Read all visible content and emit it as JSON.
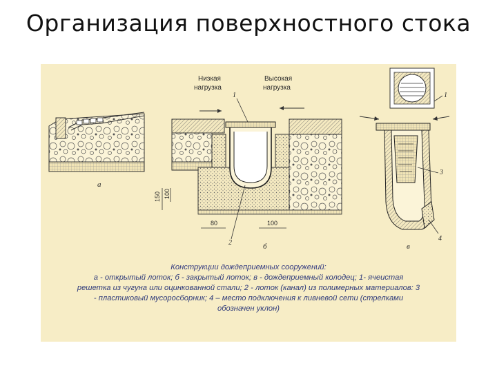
{
  "slide": {
    "title": "Организация  поверхностного стока"
  },
  "figure": {
    "labels": {
      "low_load_1": "Низкая",
      "low_load_2": "нагрузка",
      "high_load_1": "Высокая",
      "high_load_2": "нагрузка",
      "a": "а",
      "b": "б",
      "v": "в",
      "n1": "1",
      "n2": "2",
      "n3": "3",
      "n4": "4",
      "d150": "150",
      "d100v": "100",
      "d80": "80",
      "d100h": "100"
    },
    "caption": {
      "title": "Конструкции дождеприемных сооружений:",
      "line1": "а - открытый лоток; б - закрытый лоток; в - дождеприемный колодец; 1- ячеистая",
      "line2": "решетка из чугуна или оцинкованной стали; 2 - лоток (канал) из полимерных материалов: 3",
      "line3": "- пластиковый мусоросборник; 4 –  место подключения к ливневой сети (стрелками",
      "line4": "обозначен уклон)"
    }
  }
}
